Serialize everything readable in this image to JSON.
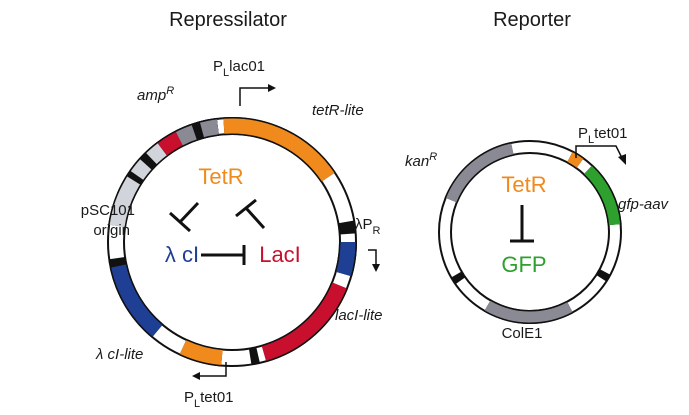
{
  "titles": {
    "left": "Repressilator",
    "right": "Reporter"
  },
  "colors": {
    "orange": "#f08a1c",
    "red": "#c8102e",
    "blue": "#1f3f94",
    "green": "#2ea02e",
    "gray": "#8a8a95",
    "lightgray": "#d2d4dc",
    "black": "#111111"
  },
  "repressilator": {
    "promoter_top": {
      "main": "P",
      "sub": "L",
      "rest": "lac01"
    },
    "promoter_bottom": {
      "main": "P",
      "sub": "L",
      "rest": "tet01"
    },
    "promoter_right": {
      "main": "λP",
      "sub": "R"
    },
    "amp": {
      "main": "amp",
      "sup": "R"
    },
    "tetR_lite": "tetR-lite",
    "lacI_lite": "lacI-lite",
    "cI_lite": "λ cI-lite",
    "origin": [
      "pSC101",
      "origin"
    ],
    "proteins": {
      "tetr": "TetR",
      "ci": "λ cI",
      "laci": "LacI"
    }
  },
  "reporter": {
    "promoter": {
      "main": "P",
      "sub": "L",
      "rest": "tet01"
    },
    "kan": {
      "main": "kan",
      "sup": "R"
    },
    "gfp_aav": "gfp-aav",
    "cole1": "ColE1",
    "proteins": {
      "tetr": "TetR",
      "gfp": "GFP"
    }
  }
}
